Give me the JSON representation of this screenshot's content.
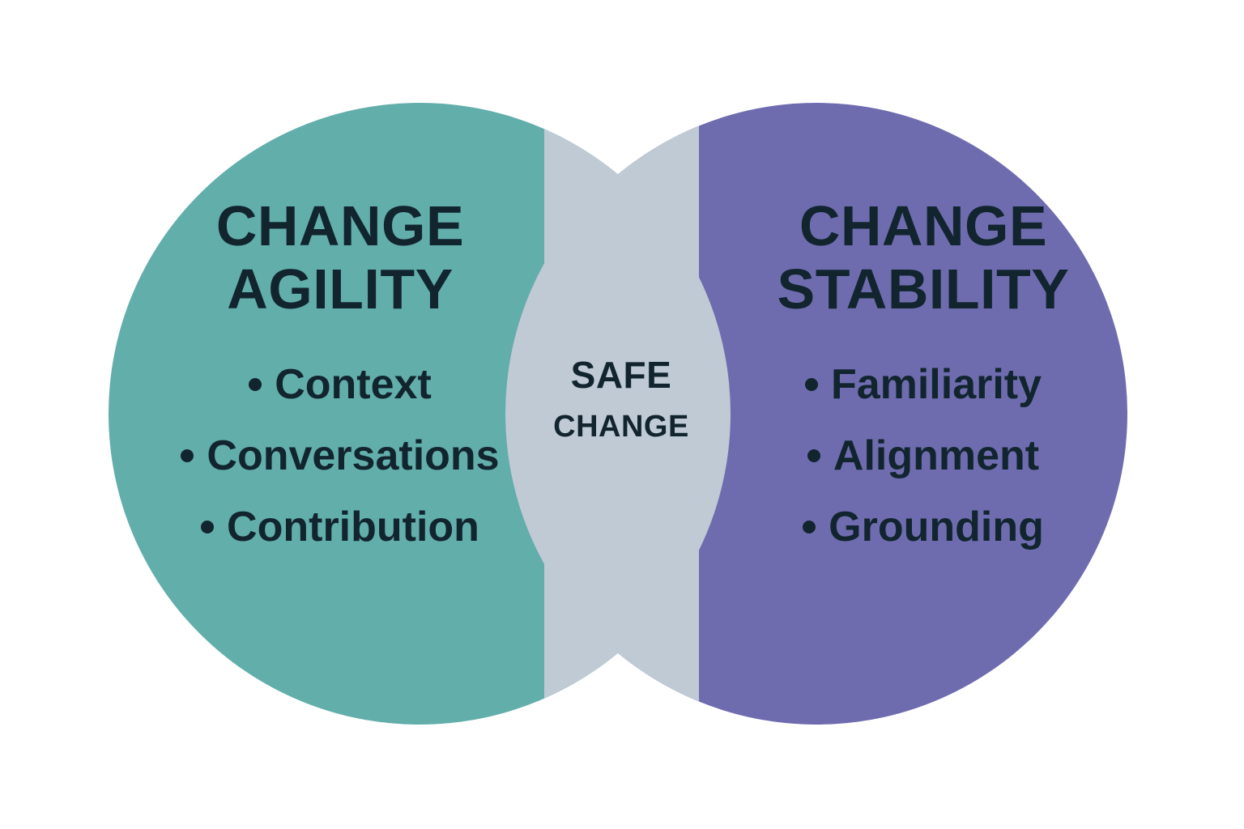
{
  "diagram": {
    "type": "venn",
    "background_color": "#FFFFFF",
    "text_color": "#12252F",
    "left": {
      "heading": "CHANGE\nAGILITY",
      "fill_color": "#62AEAB",
      "items": [
        {
          "label": "Context"
        },
        {
          "label": "Conversations"
        },
        {
          "label": "Contribution"
        }
      ]
    },
    "right": {
      "heading": "CHANGE\nSTABILITY",
      "fill_color": "#6E6CAF",
      "items": [
        {
          "label": "Familiarity"
        },
        {
          "label": "Alignment"
        },
        {
          "label": "Grounding"
        }
      ]
    },
    "overlap": {
      "line_1": "SAFE",
      "line_2": "CHANGE",
      "fill_color": "#BFCAD4"
    }
  }
}
